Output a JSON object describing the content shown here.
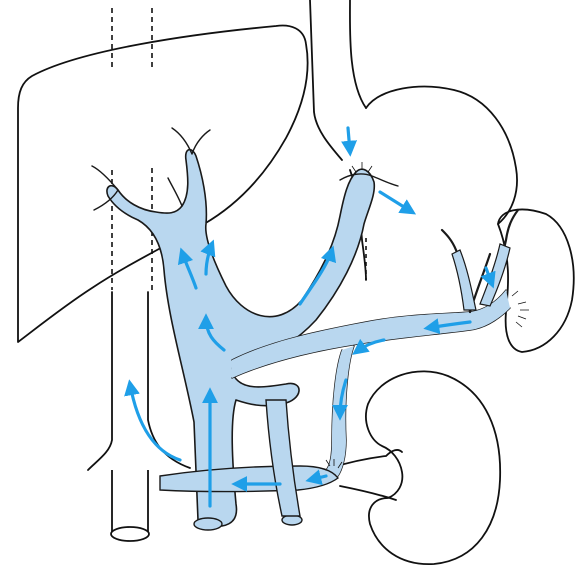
{
  "diagram": {
    "colors": {
      "background": "#ffffff",
      "outline": "#111111",
      "vessel_fill": "#b9d7ef",
      "vessel_stroke": "#1a1a1a",
      "flow_arrow": "#1f9fe8"
    },
    "elements": [
      "liver-outline",
      "ivc-left-vessel",
      "esophagus",
      "stomach-outline",
      "spleen-outline",
      "kidney-outline",
      "portal-venous-system",
      "splenic-vein",
      "left-gastric-vein",
      "renal-shunt",
      "blood-flow-arrows"
    ]
  }
}
